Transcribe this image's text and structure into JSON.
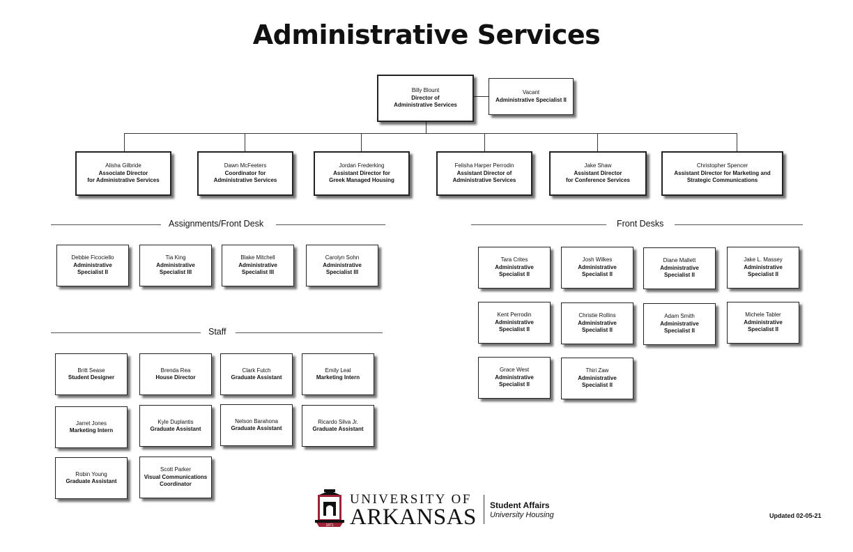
{
  "title": "Administrative Services",
  "director": {
    "name": "Billy Blount",
    "title": "Director of\nAdministrative Services"
  },
  "assistant": {
    "name": "Vacant",
    "title": "Administrative Specialist II"
  },
  "reports": [
    {
      "name": "Alisha Gilbride",
      "title": "Associate Director\nfor Administrative Services"
    },
    {
      "name": "Dawn McFeeters",
      "title": "Coordinator for\nAdministrative Services"
    },
    {
      "name": "Jordan Frederking",
      "title": "Assistant Director for\nGreek Managed Housing"
    },
    {
      "name": "Felisha Harper Perrodin",
      "title": "Assistant Director of\nAdministrative Services"
    },
    {
      "name": "Jake Shaw",
      "title": "Assistant Director\nfor Conference Services"
    },
    {
      "name": "Christopher Spencer",
      "title": "Assistant Director for Marketing and\nStrategic Communications"
    }
  ],
  "assignments": {
    "label": "Assignments/Front Desk",
    "people": [
      {
        "name": "Debbie Ficociello",
        "title": "Administrative\nSpecialist II"
      },
      {
        "name": "Tia King",
        "title": "Administrative\nSpecialist III"
      },
      {
        "name": "Blake Mitchell",
        "title": "Administrative\nSpecialist III"
      },
      {
        "name": "Carolyn Sohn",
        "title": "Administrative\nSpecialist III"
      }
    ]
  },
  "staff": {
    "label": "Staff",
    "people": [
      {
        "name": "Britt Sease",
        "title": "Student Designer"
      },
      {
        "name": "Brenda Rea",
        "title": "House Director"
      },
      {
        "name": "Clark Futch",
        "title": "Graduate Assistant"
      },
      {
        "name": "Emily Leal",
        "title": "Marketing Intern"
      },
      {
        "name": "Jarret Jones",
        "title": "Marketing Intern"
      },
      {
        "name": "Kyle Duplantis",
        "title": "Graduate Assistant"
      },
      {
        "name": "Nelson Barahona",
        "title": "Graduate Assistant"
      },
      {
        "name": "Ricardo Silva Jr.",
        "title": "Graduate Assistant"
      },
      {
        "name": "Robin Young",
        "title": "Graduate Assistant"
      },
      {
        "name": "Scott Parker",
        "title": "Visual Communications\nCoordinator"
      }
    ]
  },
  "front_desks": {
    "label": "Front Desks",
    "people": [
      {
        "name": "Tara Crites",
        "title": "Administrative\nSpecialist II"
      },
      {
        "name": "Josh Wilkes",
        "title": "Administrative\nSpecialist II"
      },
      {
        "name": "Diane Mallett",
        "title": "Administrative\nSpecialist II"
      },
      {
        "name": "Jake L. Massey",
        "title": "Administrative\nSpecialist II"
      },
      {
        "name": "Kent Perrodin",
        "title": "Administrative\nSpecialist II"
      },
      {
        "name": "Christie Rollins",
        "title": "Administrative\nSpecialist II"
      },
      {
        "name": "Adam Smith",
        "title": "Administrative\nSpecialist II"
      },
      {
        "name": "Michele Tabler",
        "title": "Administrative\nSpecialist II"
      },
      {
        "name": "Grace West",
        "title": "Administrative\nSpecialist II"
      },
      {
        "name": "Thiri Zaw",
        "title": "Administrative\nSpecialist II"
      }
    ]
  },
  "footer": {
    "university_line1": "UNIVERSITY OF",
    "university_line2": "ARKANSAS",
    "seal_year": "1871",
    "division": "Student Affairs",
    "department": "University Housing",
    "updated": "Updated 02-05-21"
  },
  "colors": {
    "brand": "#9d2235",
    "text": "#111111"
  }
}
